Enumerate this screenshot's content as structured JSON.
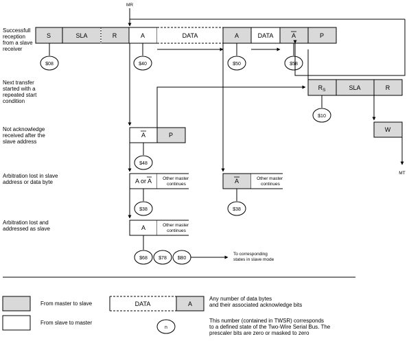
{
  "mr_label": "MR",
  "mt_label": "MT",
  "rows": {
    "slave_receiver": {
      "description": [
        "Successfull",
        "reception",
        "from a slave",
        "receiver"
      ],
      "fields": [
        "S",
        "SLA",
        "R",
        "A",
        "DATA",
        "A",
        "DATA",
        "A",
        "P"
      ],
      "states": [
        "$08",
        "$40",
        "$50",
        "$58"
      ]
    },
    "repeated_start": {
      "description": [
        "Next transfer",
        "started with a",
        "repeated start",
        "condition"
      ],
      "fields": [
        "R",
        "S",
        "SLA",
        "R"
      ],
      "states": [
        "$10"
      ],
      "write_field": "W"
    },
    "not_ack": {
      "description": [
        "Not acknowledge",
        "received after the",
        "slave address"
      ],
      "fields": [
        "A",
        "P"
      ],
      "states": [
        "$48"
      ]
    },
    "arbitration_lost": {
      "description": [
        "Arbitration lost in slave",
        "address or data byte"
      ],
      "field_left": "A or A",
      "other_master": [
        "Other master",
        "continues"
      ],
      "field_right": "A",
      "states": [
        "$38",
        "$38"
      ]
    },
    "arbitration_addressed": {
      "description": [
        "Arbitration lost and",
        "addressed as slave"
      ],
      "field": "A",
      "other_master": [
        "Other master",
        "continues"
      ],
      "states": [
        "$68",
        "$78",
        "$B0"
      ],
      "note": [
        "To corresponding",
        "states in slave mode"
      ]
    }
  },
  "legend": {
    "master_to_slave": "From master to slave",
    "slave_to_master": "From slave to master",
    "data_label": "DATA",
    "ack_label": "A",
    "data_desc": [
      "Any number of data bytes",
      "and their associated acknowledge bits"
    ],
    "state_symbol": "n",
    "state_desc": [
      "This number (contained in TWSR) corresponds",
      "to a defined state of the Two-Wire Serial Bus. The",
      "prescaler bits are zero or masked to zero"
    ]
  },
  "colors": {
    "master_fill": "#d9d9d9",
    "slave_fill": "#ffffff",
    "line": "#000000"
  }
}
